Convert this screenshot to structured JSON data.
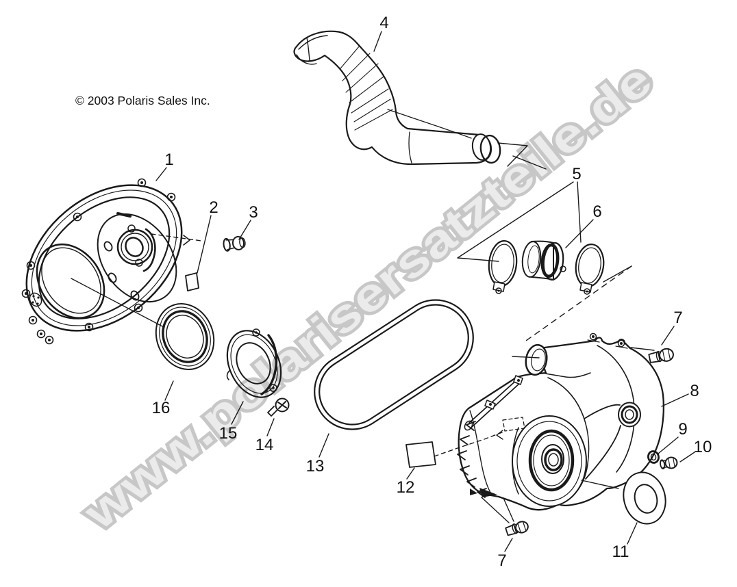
{
  "copyright": "© 2003 Polaris Sales Inc.",
  "watermark": "www.polarisersatzteile.de",
  "callouts": [
    {
      "label": "1"
    },
    {
      "label": "2"
    },
    {
      "label": "3"
    },
    {
      "label": "4"
    },
    {
      "label": "5"
    },
    {
      "label": "6"
    },
    {
      "label": "7"
    },
    {
      "label": "8"
    },
    {
      "label": "9"
    },
    {
      "label": "10"
    },
    {
      "label": "11"
    },
    {
      "label": "12"
    },
    {
      "label": "13"
    },
    {
      "label": "14"
    },
    {
      "label": "15"
    },
    {
      "label": "16"
    },
    {
      "label": "7"
    }
  ]
}
